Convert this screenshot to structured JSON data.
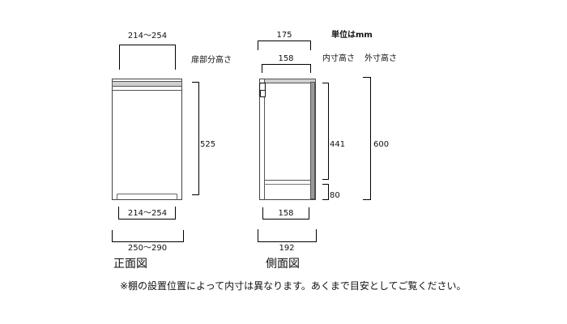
{
  "diagram": {
    "unit_label": "単位はmm",
    "front_view": {
      "title": "正面図",
      "top_width": "214〜254",
      "door_height_label": "扉部分高さ",
      "door_height": "525",
      "inner_width": "214〜254",
      "outer_width": "250〜290"
    },
    "side_view": {
      "title": "側面図",
      "top_depth": "175",
      "inner_top_depth": "158",
      "inner_height_label": "内寸高さ",
      "outer_height_label": "外寸高さ",
      "inner_height": "441",
      "base_height": "80",
      "outer_height": "600",
      "bottom_inner_depth": "158",
      "bottom_outer_depth": "192"
    },
    "footnote": "※棚の設置位置によって内寸は異なります。あくまで目安としてご覧ください。"
  }
}
